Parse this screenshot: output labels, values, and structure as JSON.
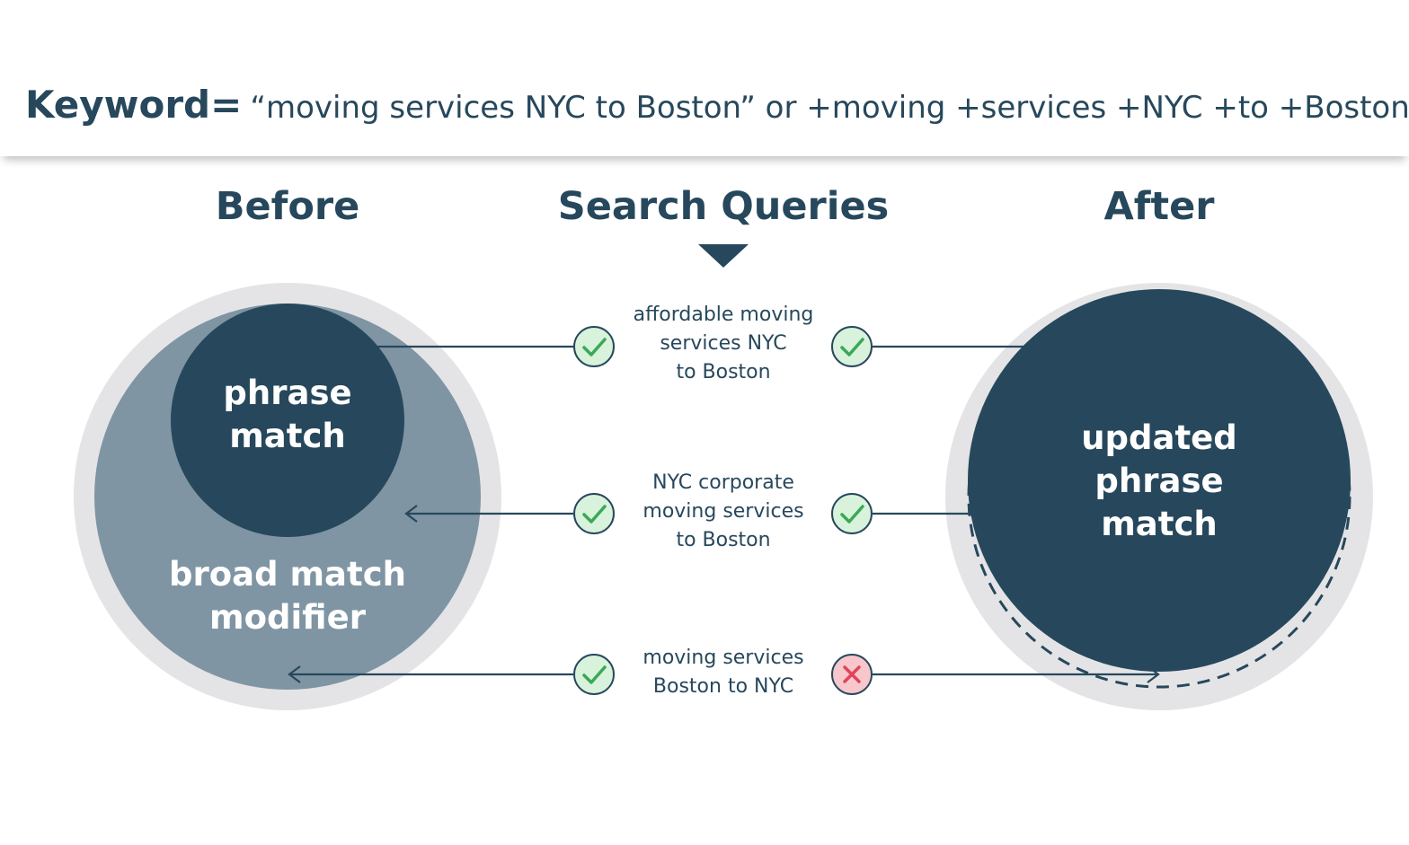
{
  "header": {
    "keyword_label": "Keyword=",
    "keyword_text": "“moving services NYC to Boston” or +moving +services +NYC +to +Boston"
  },
  "columns": {
    "before": "Before",
    "middle": "Search Queries",
    "after": "After"
  },
  "before": {
    "inner_circle_lines": [
      "phrase",
      "match"
    ],
    "outer_circle_lines": [
      "broad match",
      "modifier"
    ]
  },
  "after": {
    "circle_lines": [
      "updated",
      "phrase",
      "match"
    ]
  },
  "queries": [
    {
      "lines": [
        "affordable moving",
        "services NYC",
        "to Boston"
      ],
      "before_match": "check",
      "after_match": "check"
    },
    {
      "lines": [
        "NYC corporate",
        "moving services",
        "to Boston"
      ],
      "before_match": "check",
      "after_match": "check"
    },
    {
      "lines": [
        "moving services",
        "Boston to NYC"
      ],
      "before_match": "check",
      "after_match": "cross"
    }
  ],
  "colors": {
    "navy": "#27485c",
    "slate": "#7f95a3",
    "ring": "#e4e4e6",
    "check_fill": "#d8f2dc",
    "check_stroke": "#3aa957",
    "cross_fill": "#f7c7cc",
    "cross_stroke": "#e0455a"
  }
}
